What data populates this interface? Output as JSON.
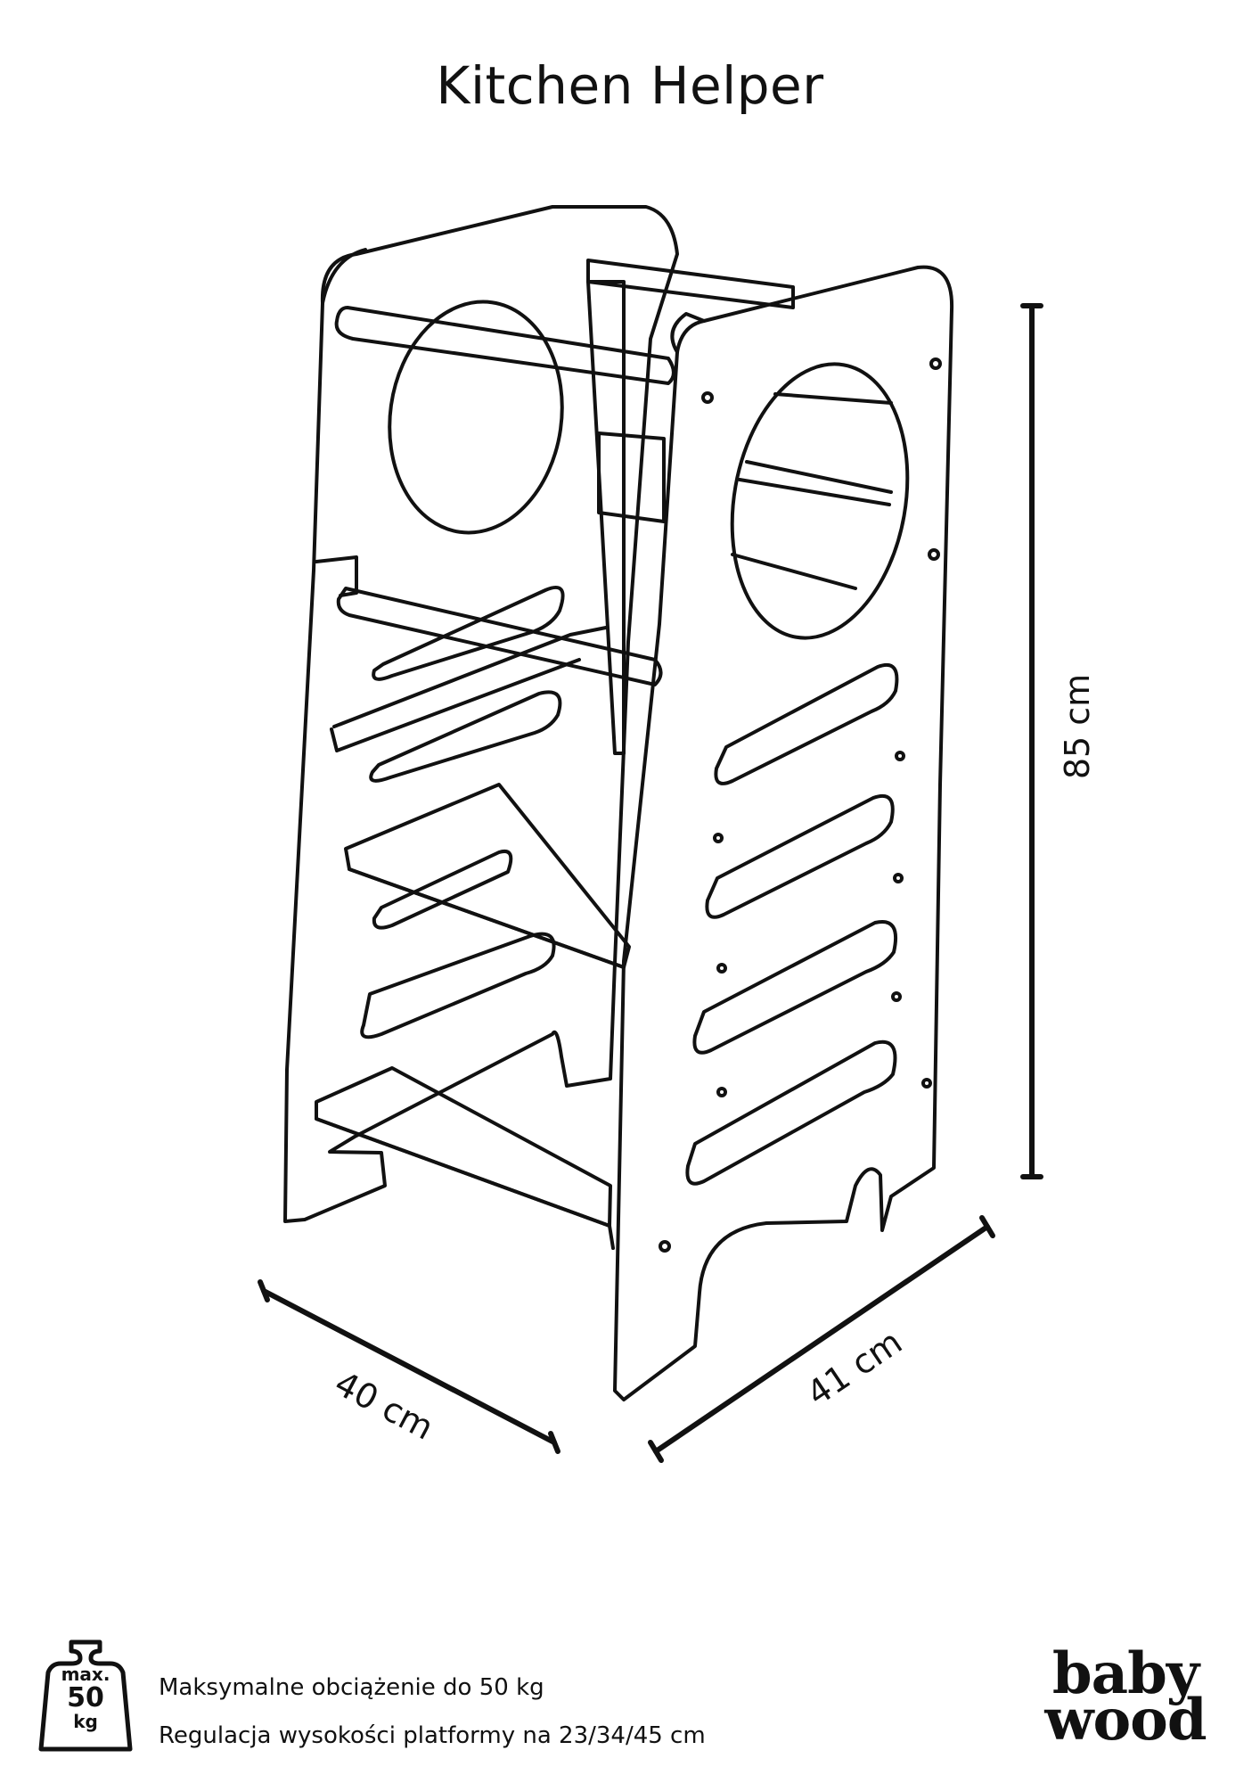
{
  "title": "Kitchen Helper",
  "dimensions": {
    "height": "85 cm",
    "width_left": "40 cm",
    "depth_right": "41 cm"
  },
  "weight_badge": {
    "line1": "max.",
    "line2": "50",
    "line3": "kg"
  },
  "specs": {
    "max_load": "Maksymalne obciążenie do 50 kg",
    "platform_adjust": "Regulacja wysokości platformy na 23/34/45 cm"
  },
  "logo": {
    "line1": "baby",
    "line2": "wood"
  },
  "colors": {
    "line": "#111111",
    "background": "#ffffff"
  }
}
